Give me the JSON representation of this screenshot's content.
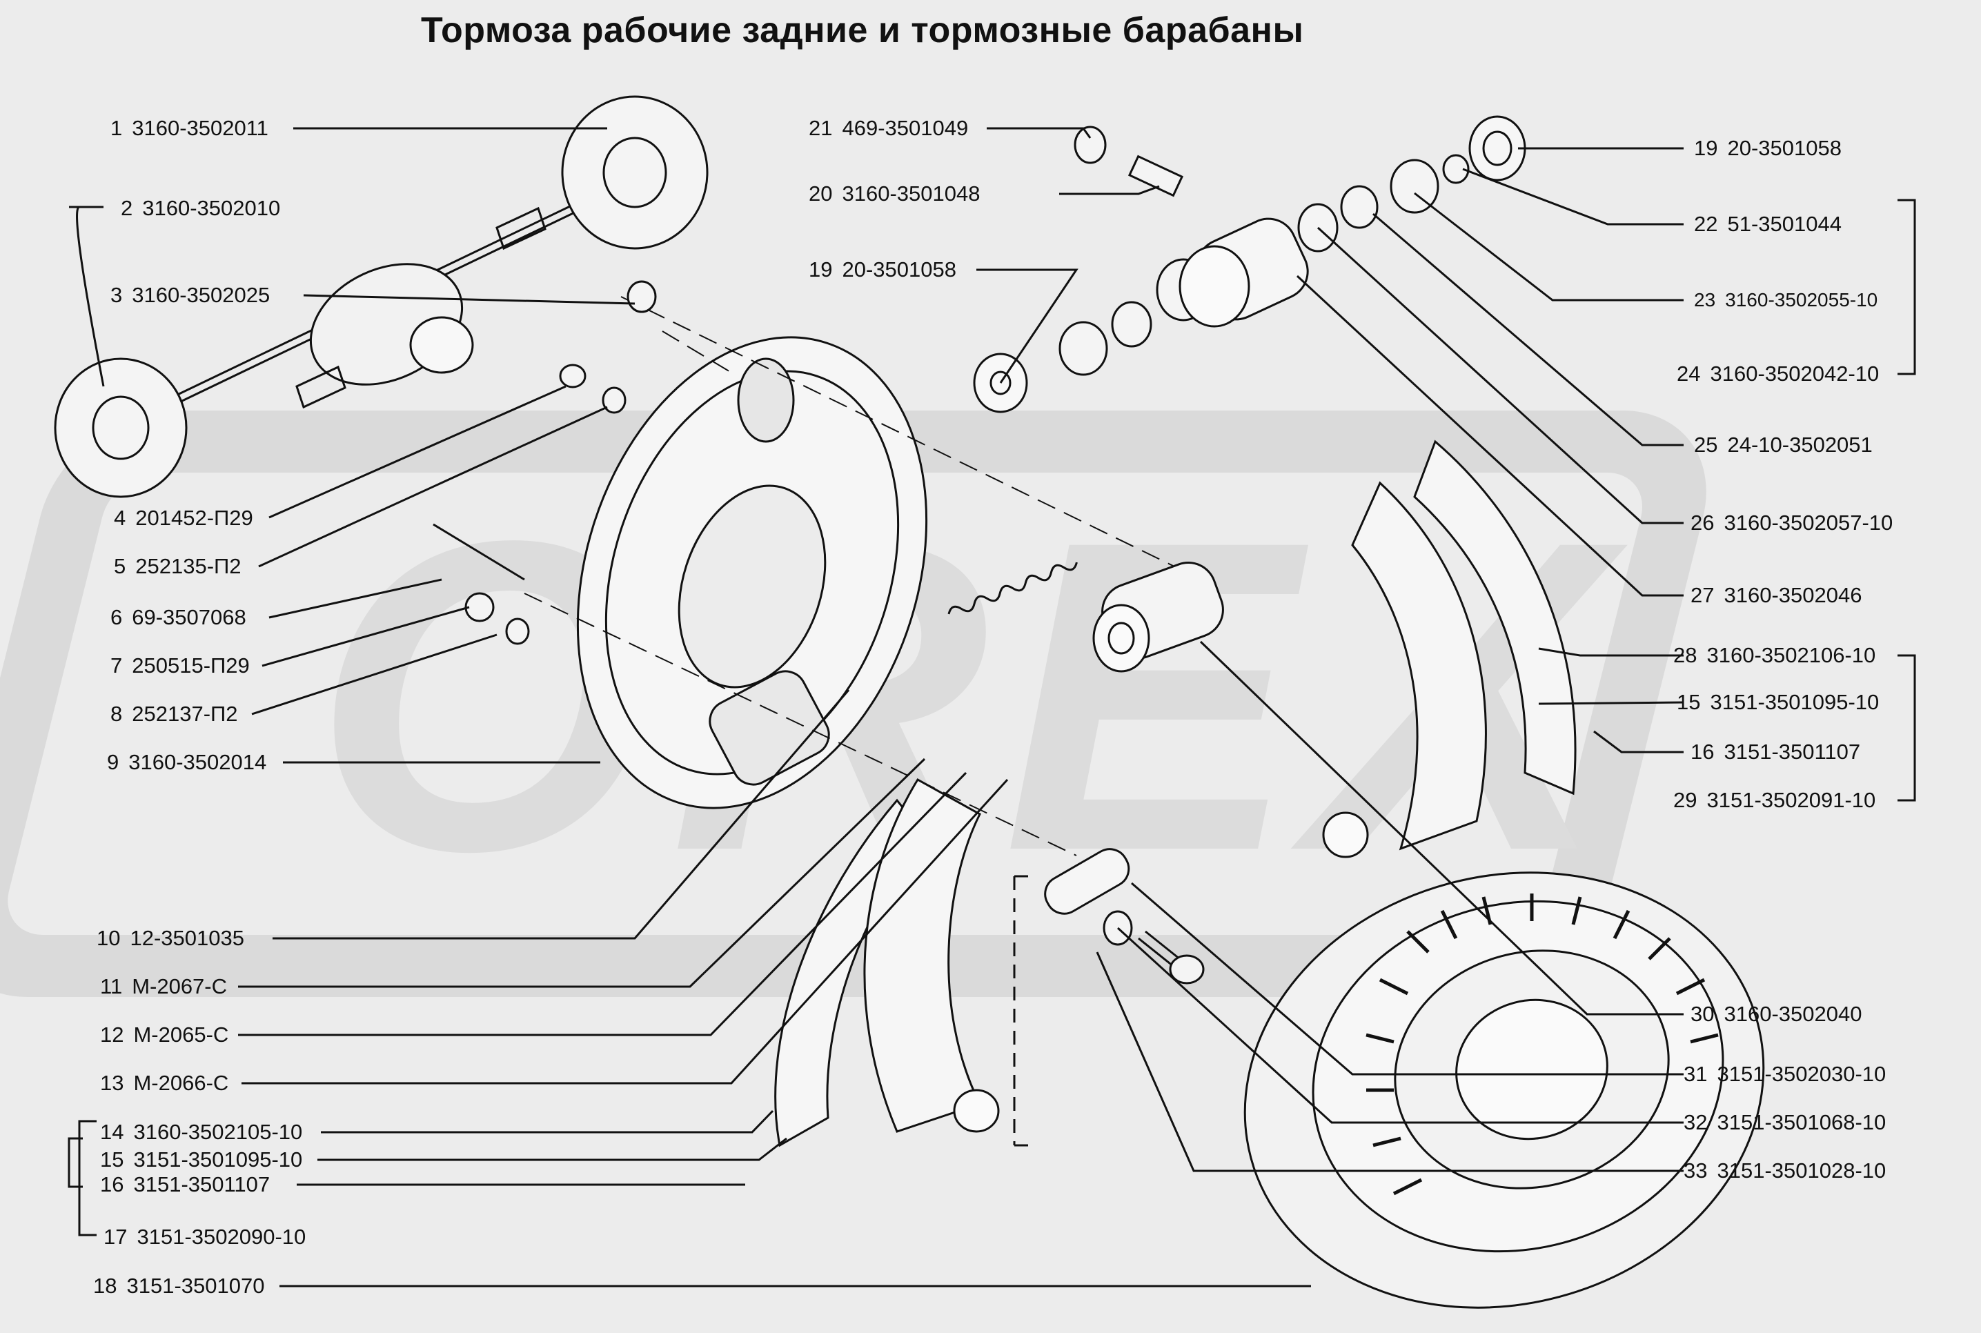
{
  "title": "Тормоза рабочие задние и тормозные барабаны",
  "watermark": "OREX",
  "parts": [
    {
      "n": "1",
      "code": "3160-3502011"
    },
    {
      "n": "2",
      "code": "3160-3502010"
    },
    {
      "n": "3",
      "code": "3160-3502025"
    },
    {
      "n": "4",
      "code": "201452-П29"
    },
    {
      "n": "5",
      "code": "252135-П2"
    },
    {
      "n": "6",
      "code": "69-3507068"
    },
    {
      "n": "7",
      "code": "250515-П29"
    },
    {
      "n": "8",
      "code": "252137-П2"
    },
    {
      "n": "9",
      "code": "3160-3502014"
    },
    {
      "n": "10",
      "code": "12-3501035"
    },
    {
      "n": "11",
      "code": "М-2067-С"
    },
    {
      "n": "12",
      "code": "М-2065-С"
    },
    {
      "n": "13",
      "code": "М-2066-С"
    },
    {
      "n": "14",
      "code": "3160-3502105-10"
    },
    {
      "n": "15",
      "code": "3151-3501095-10"
    },
    {
      "n": "16",
      "code": "3151-3501107"
    },
    {
      "n": "17",
      "code": "3151-3502090-10"
    },
    {
      "n": "18",
      "code": "3151-3501070"
    },
    {
      "n": "21",
      "code": "469-3501049"
    },
    {
      "n": "20",
      "code": "3160-3501048"
    },
    {
      "n": "19",
      "code": "20-3501058"
    },
    {
      "n": "19",
      "code": "20-3501058"
    },
    {
      "n": "22",
      "code": "51-3501044"
    },
    {
      "n": "23",
      "code": "3160-3502055-10"
    },
    {
      "n": "24",
      "code": "3160-3502042-10"
    },
    {
      "n": "25",
      "code": "24-10-3502051"
    },
    {
      "n": "26",
      "code": "3160-3502057-10"
    },
    {
      "n": "27",
      "code": "3160-3502046"
    },
    {
      "n": "28",
      "code": "3160-3502106-10"
    },
    {
      "n": "15",
      "code": "3151-3501095-10"
    },
    {
      "n": "16",
      "code": "3151-3501107"
    },
    {
      "n": "29",
      "code": "3151-3502091-10"
    },
    {
      "n": "30",
      "code": "3160-3502040"
    },
    {
      "n": "31",
      "code": "3151-3502030-10"
    },
    {
      "n": "32",
      "code": "3151-3501068-10"
    },
    {
      "n": "33",
      "code": "3151-3501028-10"
    }
  ]
}
